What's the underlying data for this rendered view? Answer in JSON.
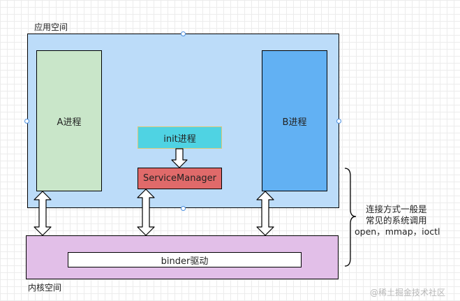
{
  "user_space": {
    "label": "应用空间"
  },
  "kernel_space": {
    "label": "内核空间"
  },
  "process_a": {
    "label": "A进程"
  },
  "process_b": {
    "label": "B进程"
  },
  "init_process": {
    "label": "init进程"
  },
  "service_manager": {
    "label": "ServiceManager"
  },
  "binder_driver": {
    "label": "binder驱动"
  },
  "note": {
    "line1": "连接方式一般是",
    "line2": "常见的系统调用",
    "line3": "open，mmap，ioctl"
  },
  "watermark": "@稀土掘金技术社区",
  "colors": {
    "user_space_fill": "#bcdcf9",
    "kernel_space_fill": "#e2bfe8",
    "process_a_fill": "#c9e6c9",
    "process_b_fill": "#62b1f3",
    "init_fill": "#4fd3e3",
    "service_manager_fill": "#e06a6a"
  }
}
